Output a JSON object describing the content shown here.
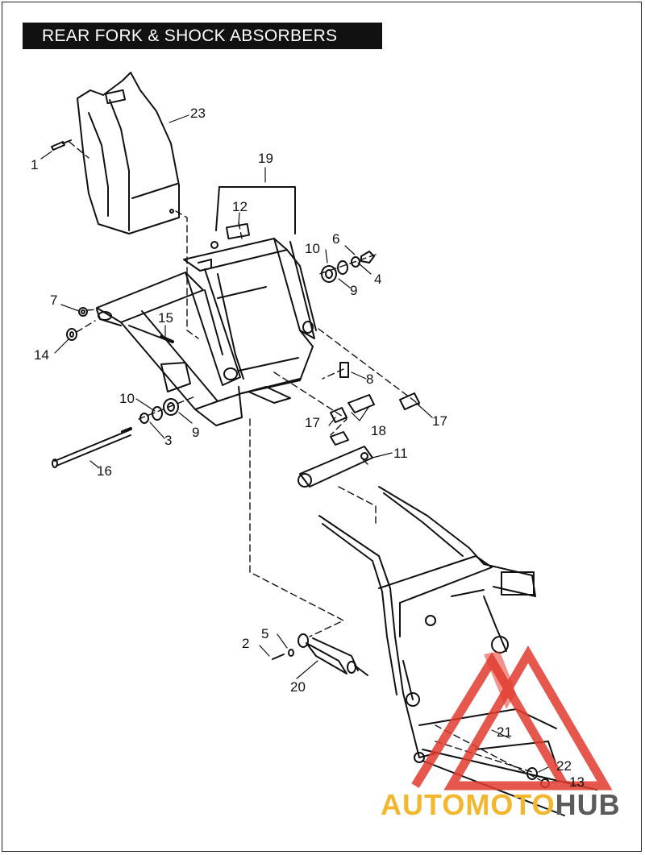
{
  "title": "REAR FORK & SHOCK ABSORBERS",
  "callouts": [
    "1",
    "2",
    "3",
    "4",
    "5",
    "6",
    "7",
    "8",
    "9",
    "9",
    "10",
    "10",
    "11",
    "12",
    "13",
    "14",
    "15",
    "16",
    "17",
    "17",
    "18",
    "19",
    "20",
    "21",
    "22",
    "23"
  ],
  "watermark": {
    "part1": "AUTOMOTO",
    "part2": "HUB"
  },
  "colors": {
    "title_bg": "#111111",
    "title_fg": "#ffffff",
    "watermark_red": "#e23a2e",
    "watermark_yellow": "#f2b72e",
    "watermark_gray": "#5b5b5b"
  }
}
